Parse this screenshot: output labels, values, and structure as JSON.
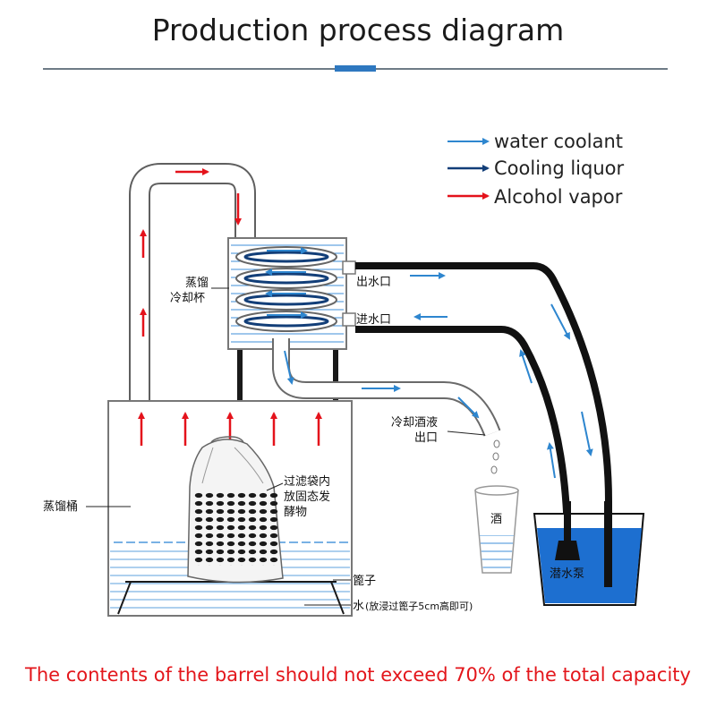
{
  "title": "Production process diagram",
  "legend": [
    {
      "label": "water coolant",
      "color": "#2e86cf"
    },
    {
      "label": "Cooling liquor",
      "color": "#123e78"
    },
    {
      "label": "Alcohol vapor",
      "color": "#e4121b"
    }
  ],
  "labels": {
    "condenser_l1": "蒸馏",
    "condenser_l2": "冷却杯",
    "water_outlet": "出水口",
    "water_inlet": "进水口",
    "liquor_outlet_l1": "冷却酒液",
    "liquor_outlet_l2": "出口",
    "filter_bag_l1": "过滤袋内",
    "filter_bag_l2": "放固态发",
    "filter_bag_l3": "酵物",
    "barrel": "蒸馏桶",
    "grate": "篦子",
    "water_main": "水",
    "water_note": "(放浸过篦子5cm高即可)",
    "glass": "酒",
    "pump": "潜水泵"
  },
  "footer_note": "The contents of the barrel should not exceed 70% of the total capacity",
  "colors": {
    "water_blue": "#2e86cf",
    "liquor_blue": "#123e78",
    "vapor_red": "#e4121b",
    "pump_water": "#1d6fd0"
  }
}
